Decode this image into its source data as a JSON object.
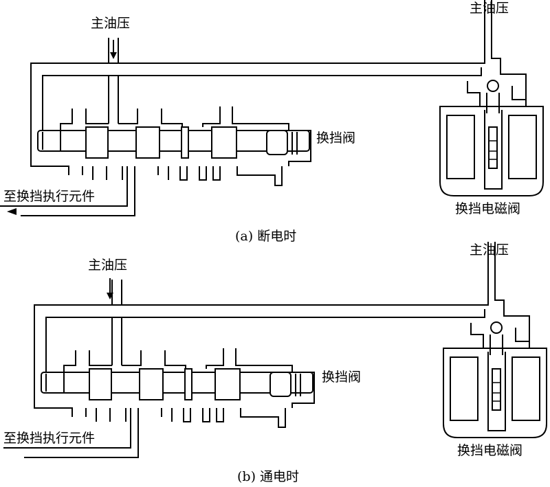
{
  "diagrams": [
    {
      "id": "a",
      "main_pressure_left": "主油压",
      "main_pressure_right": "主油压",
      "shift_valve": "换挡阀",
      "to_actuator": "至换挡执行元件",
      "solenoid": "换挡电磁阀",
      "caption": "(a) 断电时"
    },
    {
      "id": "b",
      "main_pressure_left": "主油压",
      "main_pressure_right": "主油压",
      "shift_valve": "换挡阀",
      "to_actuator": "至换挡执行元件",
      "solenoid": "换挡电磁阀",
      "caption": "(b) 通电时"
    }
  ]
}
